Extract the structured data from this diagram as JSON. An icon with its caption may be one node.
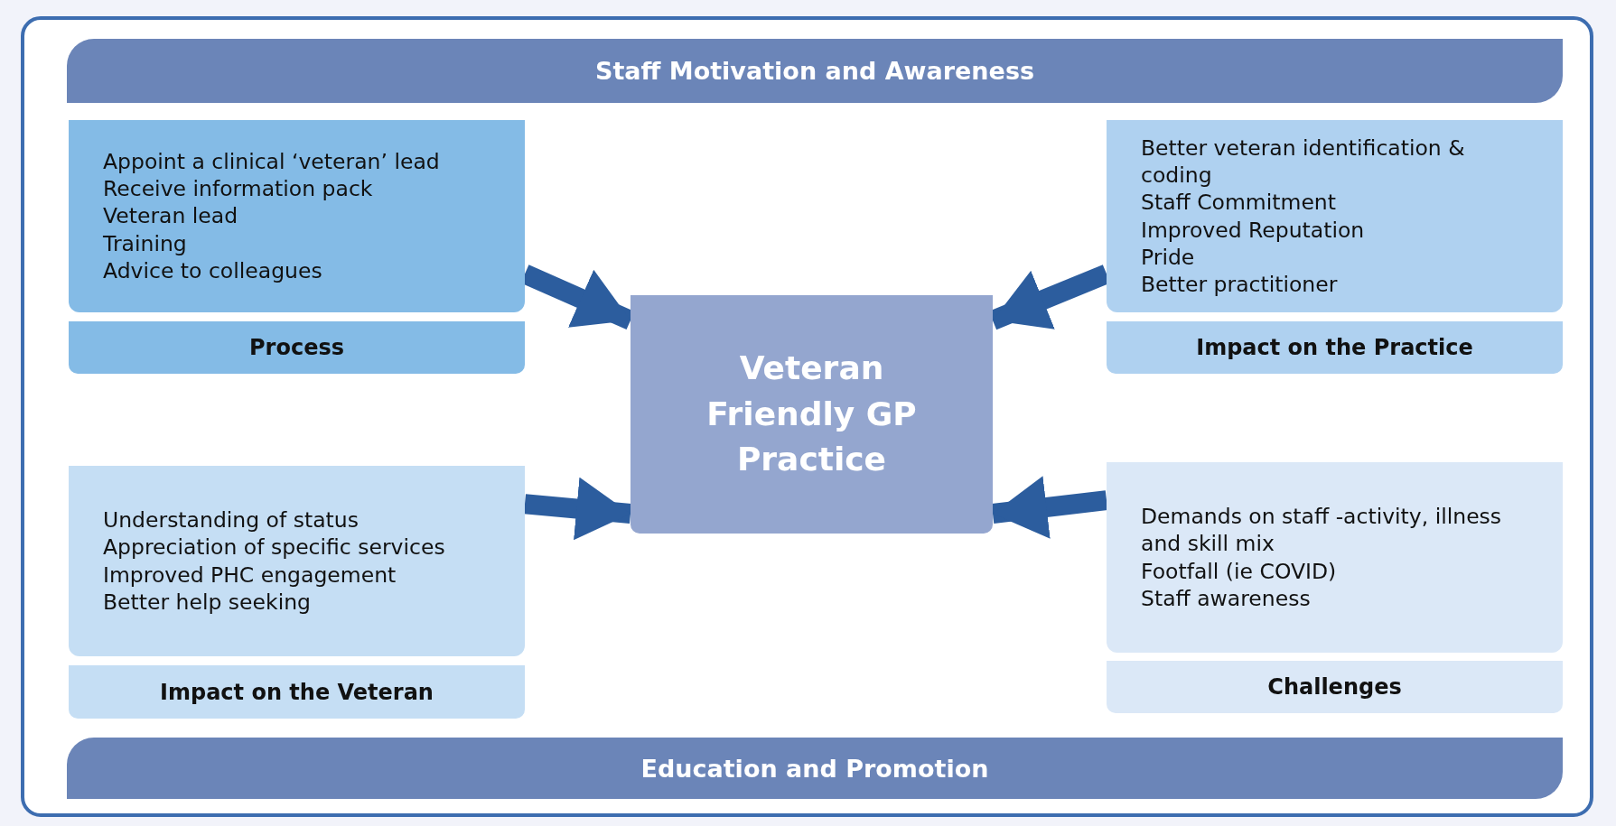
{
  "diagram": {
    "nodes": [
      {
        "text": [
          "Staff Motivation and Awareness"
        ]
      },
      {
        "text": [
          "Appoint a clinical ‘veteran’ lead",
          "Receive information pack",
          "Veteran lead",
          "Training",
          "Advice to colleagues"
        ]
      },
      {
        "text": [
          "Process"
        ]
      },
      {
        "text": [
          "Better veteran identification & coding",
          "Staff Commitment",
          "Improved Reputation",
          "Pride",
          "Better practitioner"
        ]
      },
      {
        "text": [
          "Impact on the Practice"
        ]
      },
      {
        "text": [
          "Veteran Friendly GP Practice"
        ]
      },
      {
        "text": [
          "Understanding of status",
          "Appreciation of specific services",
          "Improved PHC engagement",
          "Better help seeking"
        ]
      },
      {
        "text": [
          "Impact on the Veteran"
        ]
      },
      {
        "text": [
          "Demands on staff -activity, illness and skill mix",
          "Footfall (ie COVID)",
          "Staff awareness"
        ]
      },
      {
        "text": [
          "Challenges"
        ]
      },
      {
        "text": [
          "Education and Promotion"
        ]
      }
    ],
    "edges": [
      {
        "from": 1,
        "to": 5,
        "arrow": "to"
      },
      {
        "from": 3,
        "to": 5,
        "arrow": "to"
      },
      {
        "from": 6,
        "to": 5,
        "arrow": "to"
      },
      {
        "from": 8,
        "to": 5,
        "arrow": "to"
      }
    ]
  }
}
